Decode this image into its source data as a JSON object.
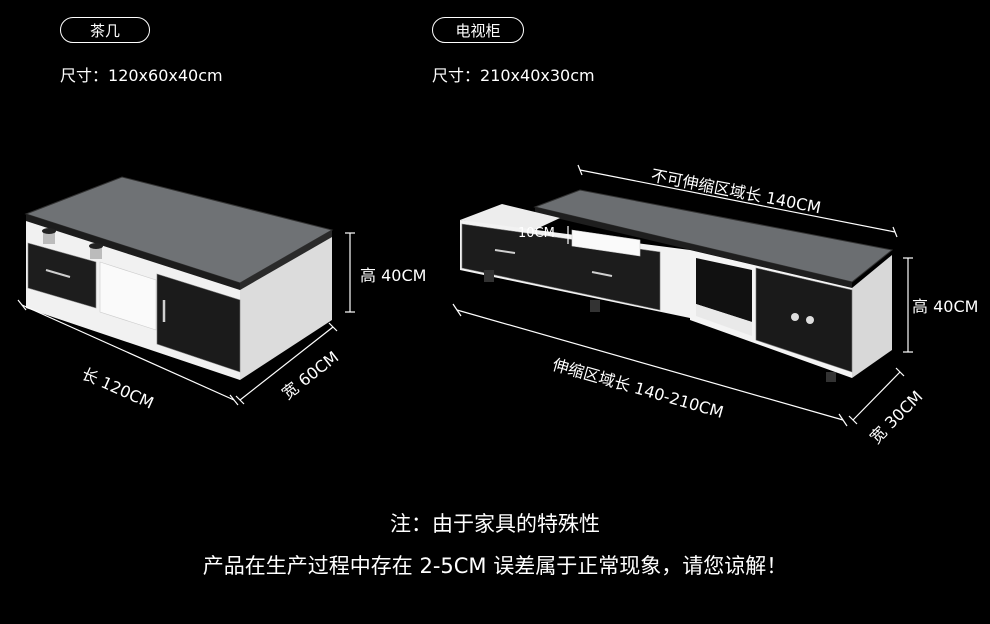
{
  "coffee_table": {
    "tag": "茶几",
    "size_label": "尺寸：",
    "size_value": "120x60x40cm",
    "height": "高 40CM",
    "length": "长 120CM",
    "width": "宽 60CM"
  },
  "tv_cabinet": {
    "tag": "电视柜",
    "size_label": "尺寸：",
    "size_value": "210x40x30cm",
    "fixed_length": "不可伸缩区域长 140CM",
    "drawer_gap": "10CM",
    "height": "高 40CM",
    "extend_length": "伸缩区域长 140-210CM",
    "width": "宽 30CM"
  },
  "note": {
    "line1": "注：由于家具的特殊性",
    "line2": "产品在生产过程中存在 2-5CM 误差属于正常现象，请您谅解！"
  }
}
